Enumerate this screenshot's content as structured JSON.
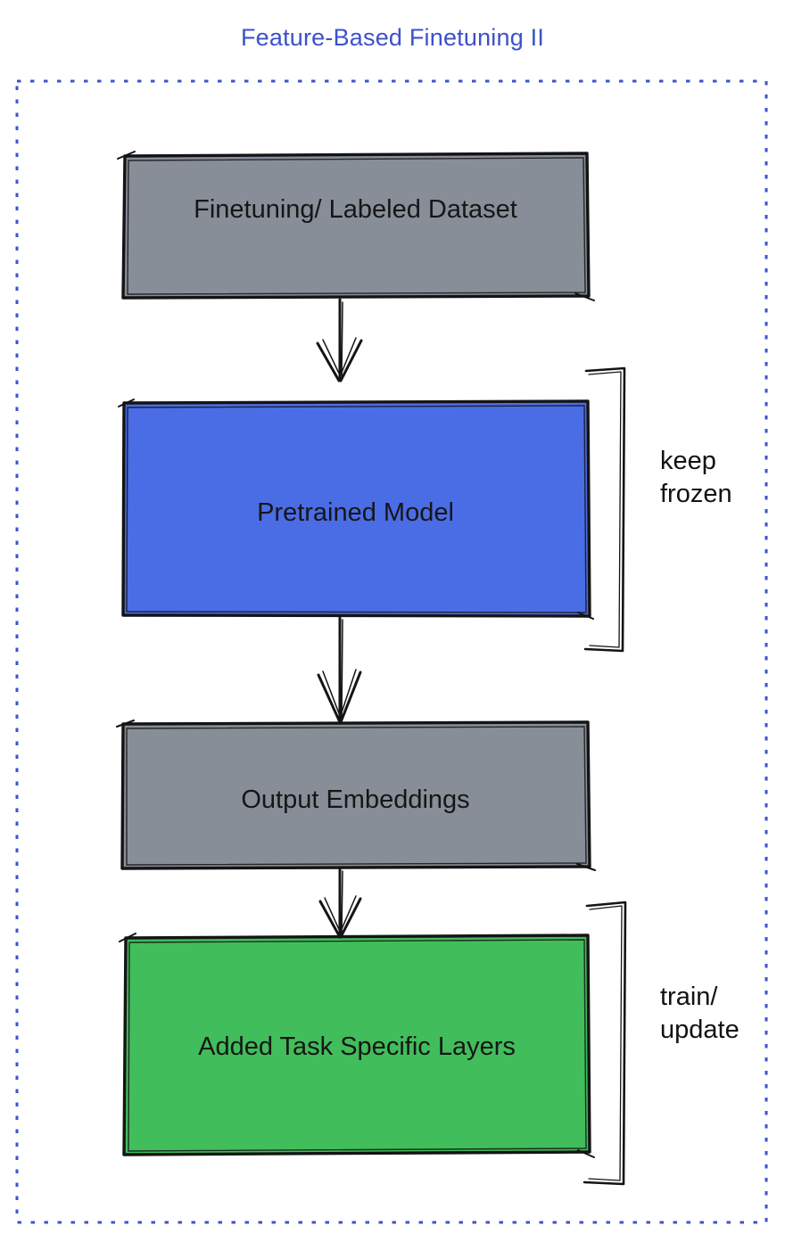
{
  "title": "Feature-Based Finetuning II",
  "colors": {
    "title_blue": "#3C51C8",
    "border_blue": "#3E53CB",
    "node_gray": "#878E98",
    "node_blue": "#4A6DE6",
    "node_green": "#41BD5B",
    "ink": "#141414"
  },
  "nodes": [
    {
      "id": "finetuning-dataset",
      "label": "Finetuning/ Labeled Dataset",
      "fill": "gray"
    },
    {
      "id": "pretrained-model",
      "label": "Pretrained Model",
      "fill": "blue"
    },
    {
      "id": "output-embeddings",
      "label": "Output Embeddings",
      "fill": "gray"
    },
    {
      "id": "task-specific-layers",
      "label": "Added Task Specific Layers",
      "fill": "green"
    }
  ],
  "edges": [
    {
      "from": "finetuning-dataset",
      "to": "pretrained-model"
    },
    {
      "from": "pretrained-model",
      "to": "output-embeddings"
    },
    {
      "from": "output-embeddings",
      "to": "task-specific-layers"
    }
  ],
  "annotations": [
    {
      "target": "pretrained-model",
      "lines": [
        "keep",
        "frozen"
      ]
    },
    {
      "target": "task-specific-layers",
      "lines": [
        "train/",
        "update"
      ]
    }
  ]
}
